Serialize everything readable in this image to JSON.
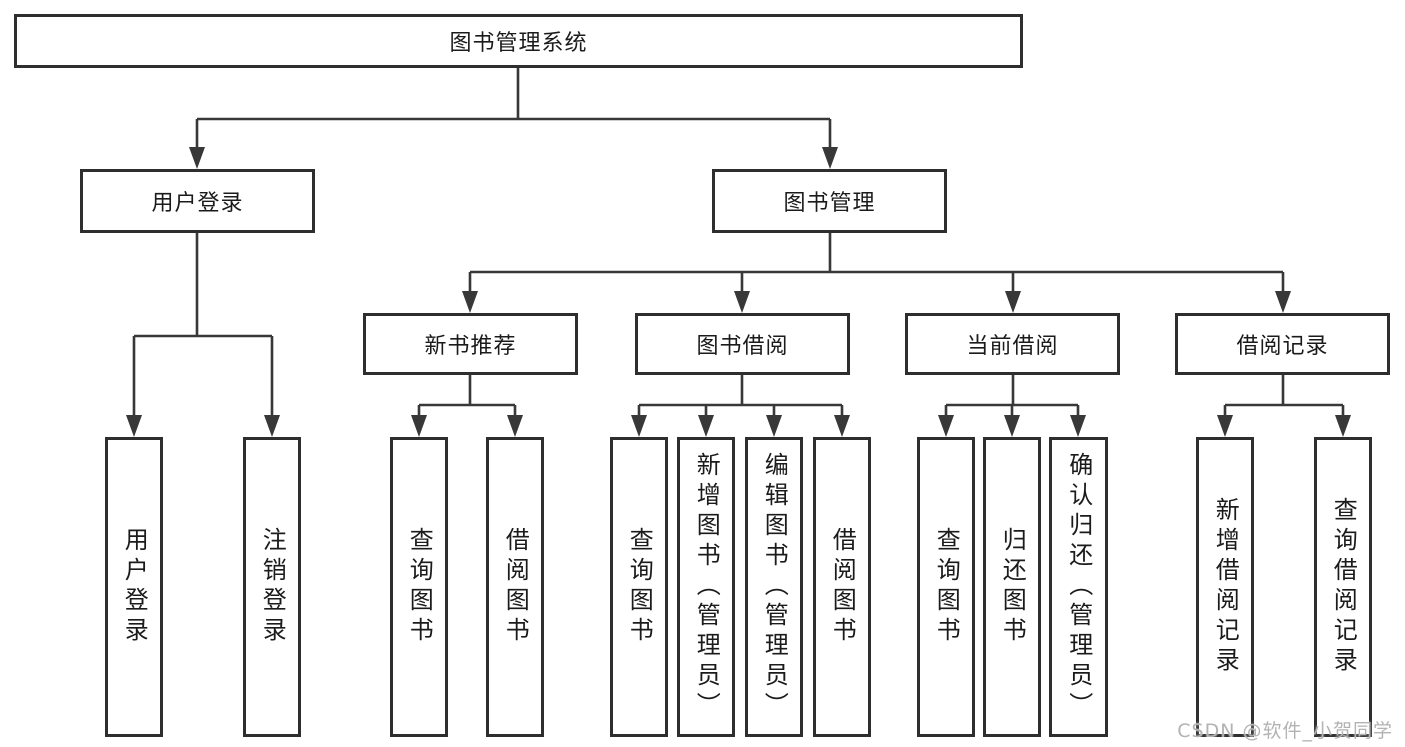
{
  "tree": {
    "label": "图书管理系统",
    "children": [
      {
        "label": "用户登录",
        "children": [
          {
            "label": "用户登录"
          },
          {
            "label": "注销登录"
          }
        ]
      },
      {
        "label": "图书管理",
        "children": [
          {
            "label": "新书推荐",
            "children": [
              {
                "label": "查询图书"
              },
              {
                "label": "借阅图书"
              }
            ]
          },
          {
            "label": "图书借阅",
            "children": [
              {
                "label": "查询图书"
              },
              {
                "label": "新增图书（管理员）"
              },
              {
                "label": "编辑图书（管理员）"
              },
              {
                "label": "借阅图书"
              }
            ]
          },
          {
            "label": "当前借阅",
            "children": [
              {
                "label": "查询图书"
              },
              {
                "label": "归还图书"
              },
              {
                "label": "确认归还（管理员）"
              }
            ]
          },
          {
            "label": "借阅记录",
            "children": [
              {
                "label": "新增借阅记录"
              },
              {
                "label": "查询借阅记录"
              }
            ]
          }
        ]
      }
    ]
  },
  "watermark": "CSDN @软件_小贺同学",
  "colors": {
    "line": "#383838",
    "box_border": "#2e2e2e",
    "text": "#1b1b1b",
    "background": "#ffffff",
    "watermark": "#b3b3b3"
  }
}
